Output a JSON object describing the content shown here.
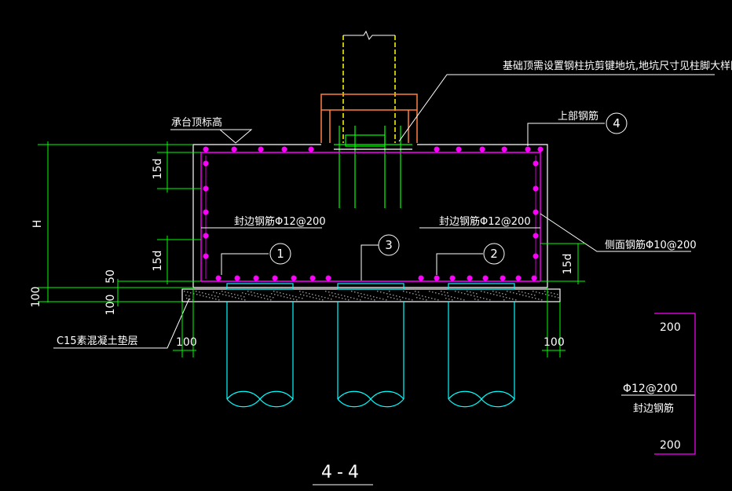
{
  "drawing": {
    "section_title": "4-4",
    "colors": {
      "background": "#000000",
      "concrete_outline": "#ffffff",
      "rebar_dots": "#ff00ff",
      "rebar_lines": "#ff00ff",
      "steel_column": "#ffff00",
      "column_pedestal": "#ff8040",
      "anchor_bolts": "#00ff00",
      "piles": "#00ffff",
      "leader_lines": "#ffffff",
      "dimensions": "#00ff00"
    },
    "annotations": {
      "foundation_note": "基础顶需设置钢柱抗剪键地坑,地坑尺寸见柱脚大样图",
      "cap_top_elev": "承台顶标高",
      "top_rebar": "上部钢筋",
      "edge_rebar_left": "封边钢筋Φ12@200",
      "edge_rebar_right": "封边钢筋Φ12@200",
      "side_rebar": "侧面钢筋Φ10@200",
      "cushion": "C15素混凝土垫层"
    },
    "markers": {
      "m1": "1",
      "m2": "2",
      "m3": "3",
      "m4": "4"
    },
    "dimensions": {
      "h": "H",
      "d15_top": "15d",
      "d15_bottom": "15d",
      "d15_right": "15d",
      "d50": "50",
      "d100_left_outer": "100",
      "d100_left_inner": "100",
      "d100_bottom_left": "100",
      "d100_bottom_right": "100"
    },
    "detail": {
      "top_dim": "200",
      "rebar_spec": "Φ12@200",
      "rebar_name": "封边钢筋",
      "bottom_dim": "200"
    }
  }
}
